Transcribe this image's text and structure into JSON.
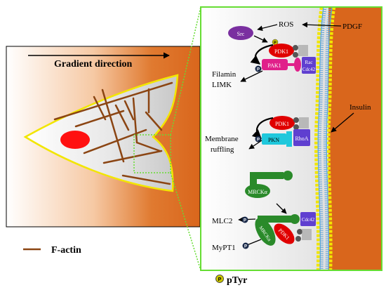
{
  "gradient_label": "Gradient direction",
  "legend": {
    "factin_label": "F-actin",
    "ptyr_symbol": "P",
    "ptyr_label": "pTyr"
  },
  "signals": {
    "ros": "ROS",
    "pdgf": "PDGF",
    "insulin": "Insulin"
  },
  "molecules": {
    "src": "Src",
    "pdk1_a": "PDK1",
    "pak1": "PAK1",
    "rac": "Rac",
    "cdc42_a": "Cdc42",
    "pdk1_b": "PDK1",
    "pkn": "PKN",
    "rhoa": "RhoA",
    "mrck_a": "MRCKα",
    "mrck_b": "MRCKα",
    "cdc42_b": "Cdc42",
    "pdk1_c": "PDK1"
  },
  "outputs": {
    "filamin": "Filamin",
    "limk": "LIMK",
    "membrane_1": "Membrane",
    "membrane_2": "ruffling",
    "mlc2": "MLC2",
    "mypt1": "MyPT1"
  },
  "p_symbol": "P",
  "colors": {
    "gradient_orange": "#d9661c",
    "pdk1": "#e00000",
    "pak1": "#e0208a",
    "src": "#7a2fa0",
    "small_gtpase": "#5f3fd0",
    "pkn": "#1fc8dc",
    "mrck": "#2a8a2a",
    "cell_outline": "#f2e600",
    "factin": "#8b4513",
    "zoom_border": "#66dd33"
  }
}
